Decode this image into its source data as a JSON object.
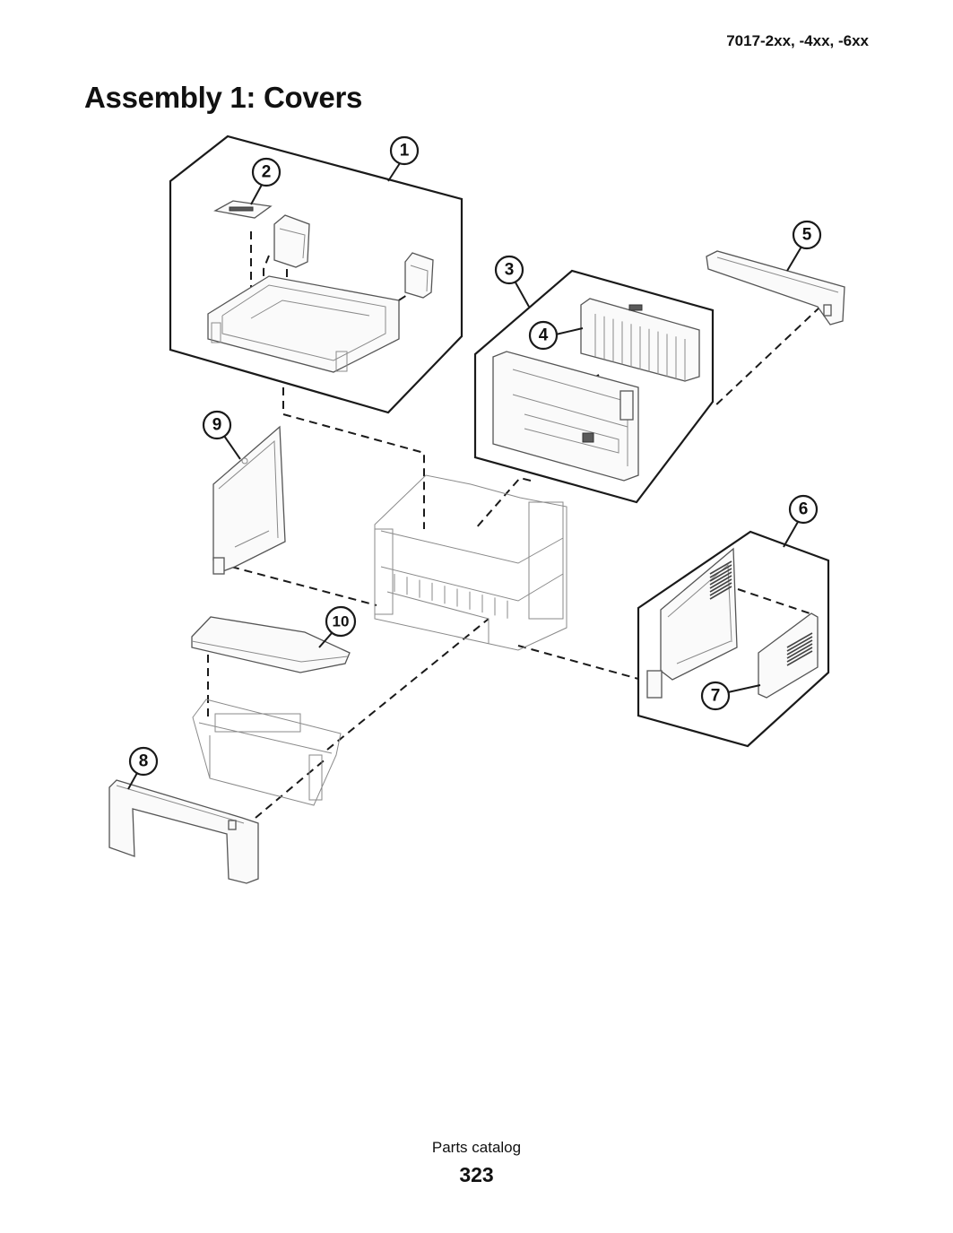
{
  "header": {
    "model": "7017-2xx, -4xx, -6xx"
  },
  "title": "Assembly 1: Covers",
  "callouts": [
    "1",
    "2",
    "3",
    "4",
    "5",
    "6",
    "7",
    "8",
    "9",
    "10"
  ],
  "footer": {
    "label": "Parts catalog",
    "page_number": "323"
  }
}
